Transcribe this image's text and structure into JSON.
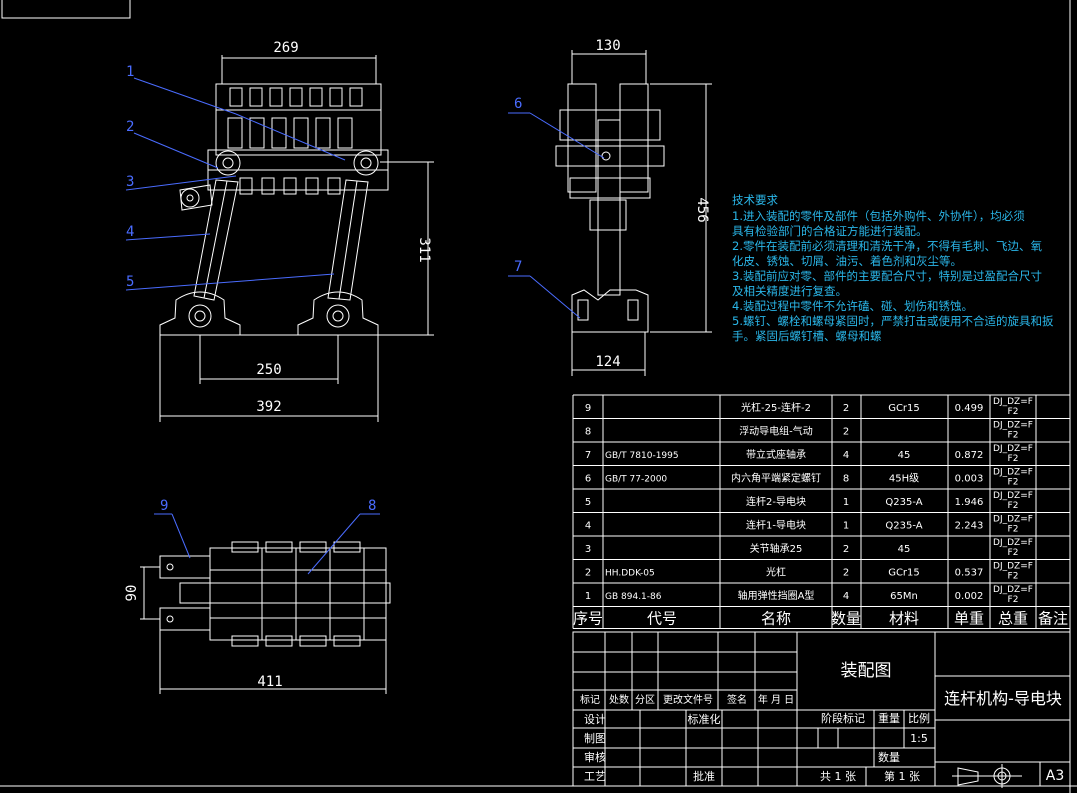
{
  "dimensions": {
    "front_top_width": "269",
    "front_height": "311",
    "front_base_inner": "250",
    "front_base_outer": "392",
    "side_top_width": "130",
    "side_height": "456",
    "side_base_width": "124",
    "top_height": "90",
    "top_width": "411"
  },
  "balloons": [
    "1",
    "2",
    "3",
    "4",
    "5",
    "6",
    "7",
    "8",
    "9"
  ],
  "tech_requirements": {
    "title": "技术要求",
    "lines": [
      "1.进入装配的零件及部件（包括外购件、外协件），均必须",
      "具有检验部门的合格证方能进行装配。",
      "2.零件在装配前必须清理和清洗干净，不得有毛刺、飞边、氧",
      "化皮、锈蚀、切屑、油污、着色剂和灰尘等。",
      "3.装配前应对零、部件的主要配合尺寸，特别是过盈配合尺寸",
      "及相关精度进行复查。",
      "4.装配过程中零件不允许磕、碰、划伤和锈蚀。",
      "5.螺钉、螺栓和螺母紧固时，严禁打击或使用不合适的旋具和扳",
      "手。紧固后螺钉槽、螺母和螺"
    ]
  },
  "bom": {
    "headers": [
      "序号",
      "代号",
      "名称",
      "数量",
      "材料",
      "单重",
      "总重",
      "备注"
    ],
    "rows": [
      {
        "no": "9",
        "code": "",
        "name": "光杠-25-连杆-2",
        "qty": "2",
        "material": "GCr15",
        "unit": "0.499",
        "total": "DJ_DZ=F\nF2"
      },
      {
        "no": "8",
        "code": "",
        "name": "浮动导电组-气动",
        "qty": "2",
        "material": "",
        "unit": "",
        "total": "DJ_DZ=F\nF2"
      },
      {
        "no": "7",
        "code": "GB/T 7810-1995",
        "name": "带立式座轴承",
        "qty": "4",
        "material": "45",
        "unit": "0.872",
        "total": "DJ_DZ=F\nF2"
      },
      {
        "no": "6",
        "code": "GB/T 77-2000",
        "name": "内六角平端紧定螺钉",
        "qty": "8",
        "material": "45H级",
        "unit": "0.003",
        "total": "DJ_DZ=F\nF2"
      },
      {
        "no": "5",
        "code": "",
        "name": "连杆2-导电块",
        "qty": "1",
        "material": "Q235-A",
        "unit": "1.946",
        "total": "DJ_DZ=F\nF2"
      },
      {
        "no": "4",
        "code": "",
        "name": "连杆1-导电块",
        "qty": "1",
        "material": "Q235-A",
        "unit": "2.243",
        "total": "DJ_DZ=F\nF2"
      },
      {
        "no": "3",
        "code": "",
        "name": "关节轴承25",
        "qty": "2",
        "material": "45",
        "unit": "",
        "total": "DJ_DZ=F\nF2"
      },
      {
        "no": "2",
        "code": "HH.DDK-05",
        "name": "光杠",
        "qty": "2",
        "material": "GCr15",
        "unit": "0.537",
        "total": "DJ_DZ=F\nF2"
      },
      {
        "no": "1",
        "code": "GB 894.1-86",
        "name": "轴用弹性挡圈A型",
        "qty": "4",
        "material": "65Mn",
        "unit": "0.002",
        "total": "DJ_DZ=F\nF2"
      }
    ]
  },
  "title_block": {
    "drawing_type": "装配图",
    "drawing_name": "连杆机构-导电块",
    "sheet_size": "A3",
    "rev_labels": [
      "标记",
      "处数",
      "分区",
      "更改文件号",
      "签名",
      "年 月 日"
    ],
    "design": "设计",
    "standardize": "标准化",
    "stage_mark": "阶段标记",
    "weight": "重量",
    "scale": "比例",
    "scale_value": "1:5",
    "draw": "制图",
    "check": "审核",
    "process": "工艺",
    "approve": "批准",
    "count": "数量",
    "sheets_total": "共 1 张",
    "sheet_no": "第 1 张"
  }
}
